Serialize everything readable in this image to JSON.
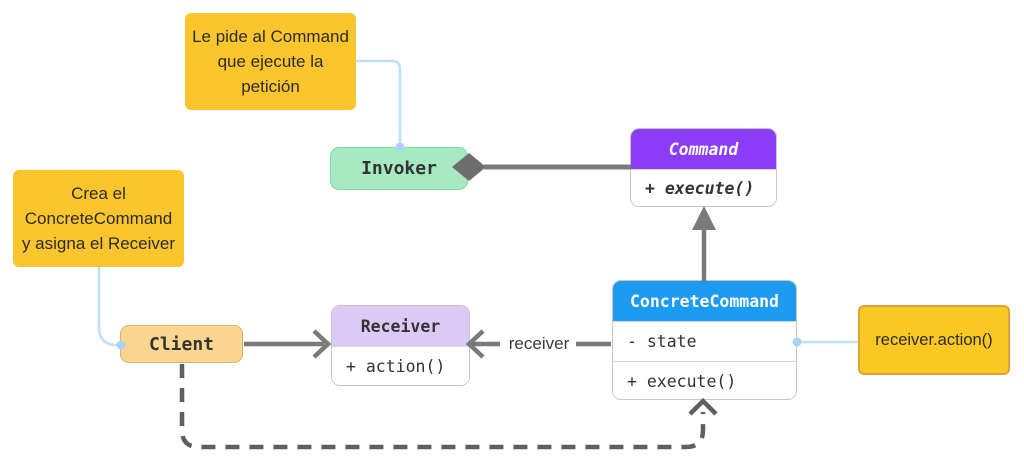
{
  "notes": {
    "invoker_note": {
      "text": "Le pide al Command\nque ejecute la\npetición"
    },
    "client_note": {
      "text": "Crea el\nConcreteCommand\ny asigna el Receiver"
    },
    "receiver_note": {
      "text": "receiver.action()"
    }
  },
  "classes": {
    "invoker": {
      "name": "Invoker"
    },
    "command": {
      "name": "Command",
      "method": "+ execute()"
    },
    "concrete_command": {
      "name": "ConcreteCommand",
      "attribute": "- state",
      "method": "+ execute()"
    },
    "receiver": {
      "name": "Receiver",
      "method": "+ action()"
    },
    "client": {
      "name": "Client"
    }
  },
  "relationships": {
    "receiver_arrow_label": "receiver"
  },
  "colors": {
    "note_yellow": "#FBC52D",
    "note_border_orange": "#DFA337",
    "invoker_green": "#A7E9C2",
    "command_purple": "#8B3CF6",
    "concrete_command_blue": "#1D9BF0",
    "receiver_lavender": "#DDC9F5",
    "client_tan": "#FAD690",
    "arrow_gray": "#7A7A7A",
    "dashed_gray": "#5F5F5F",
    "connector_blue": "#BFDFF7",
    "text_dark": "#333333"
  }
}
